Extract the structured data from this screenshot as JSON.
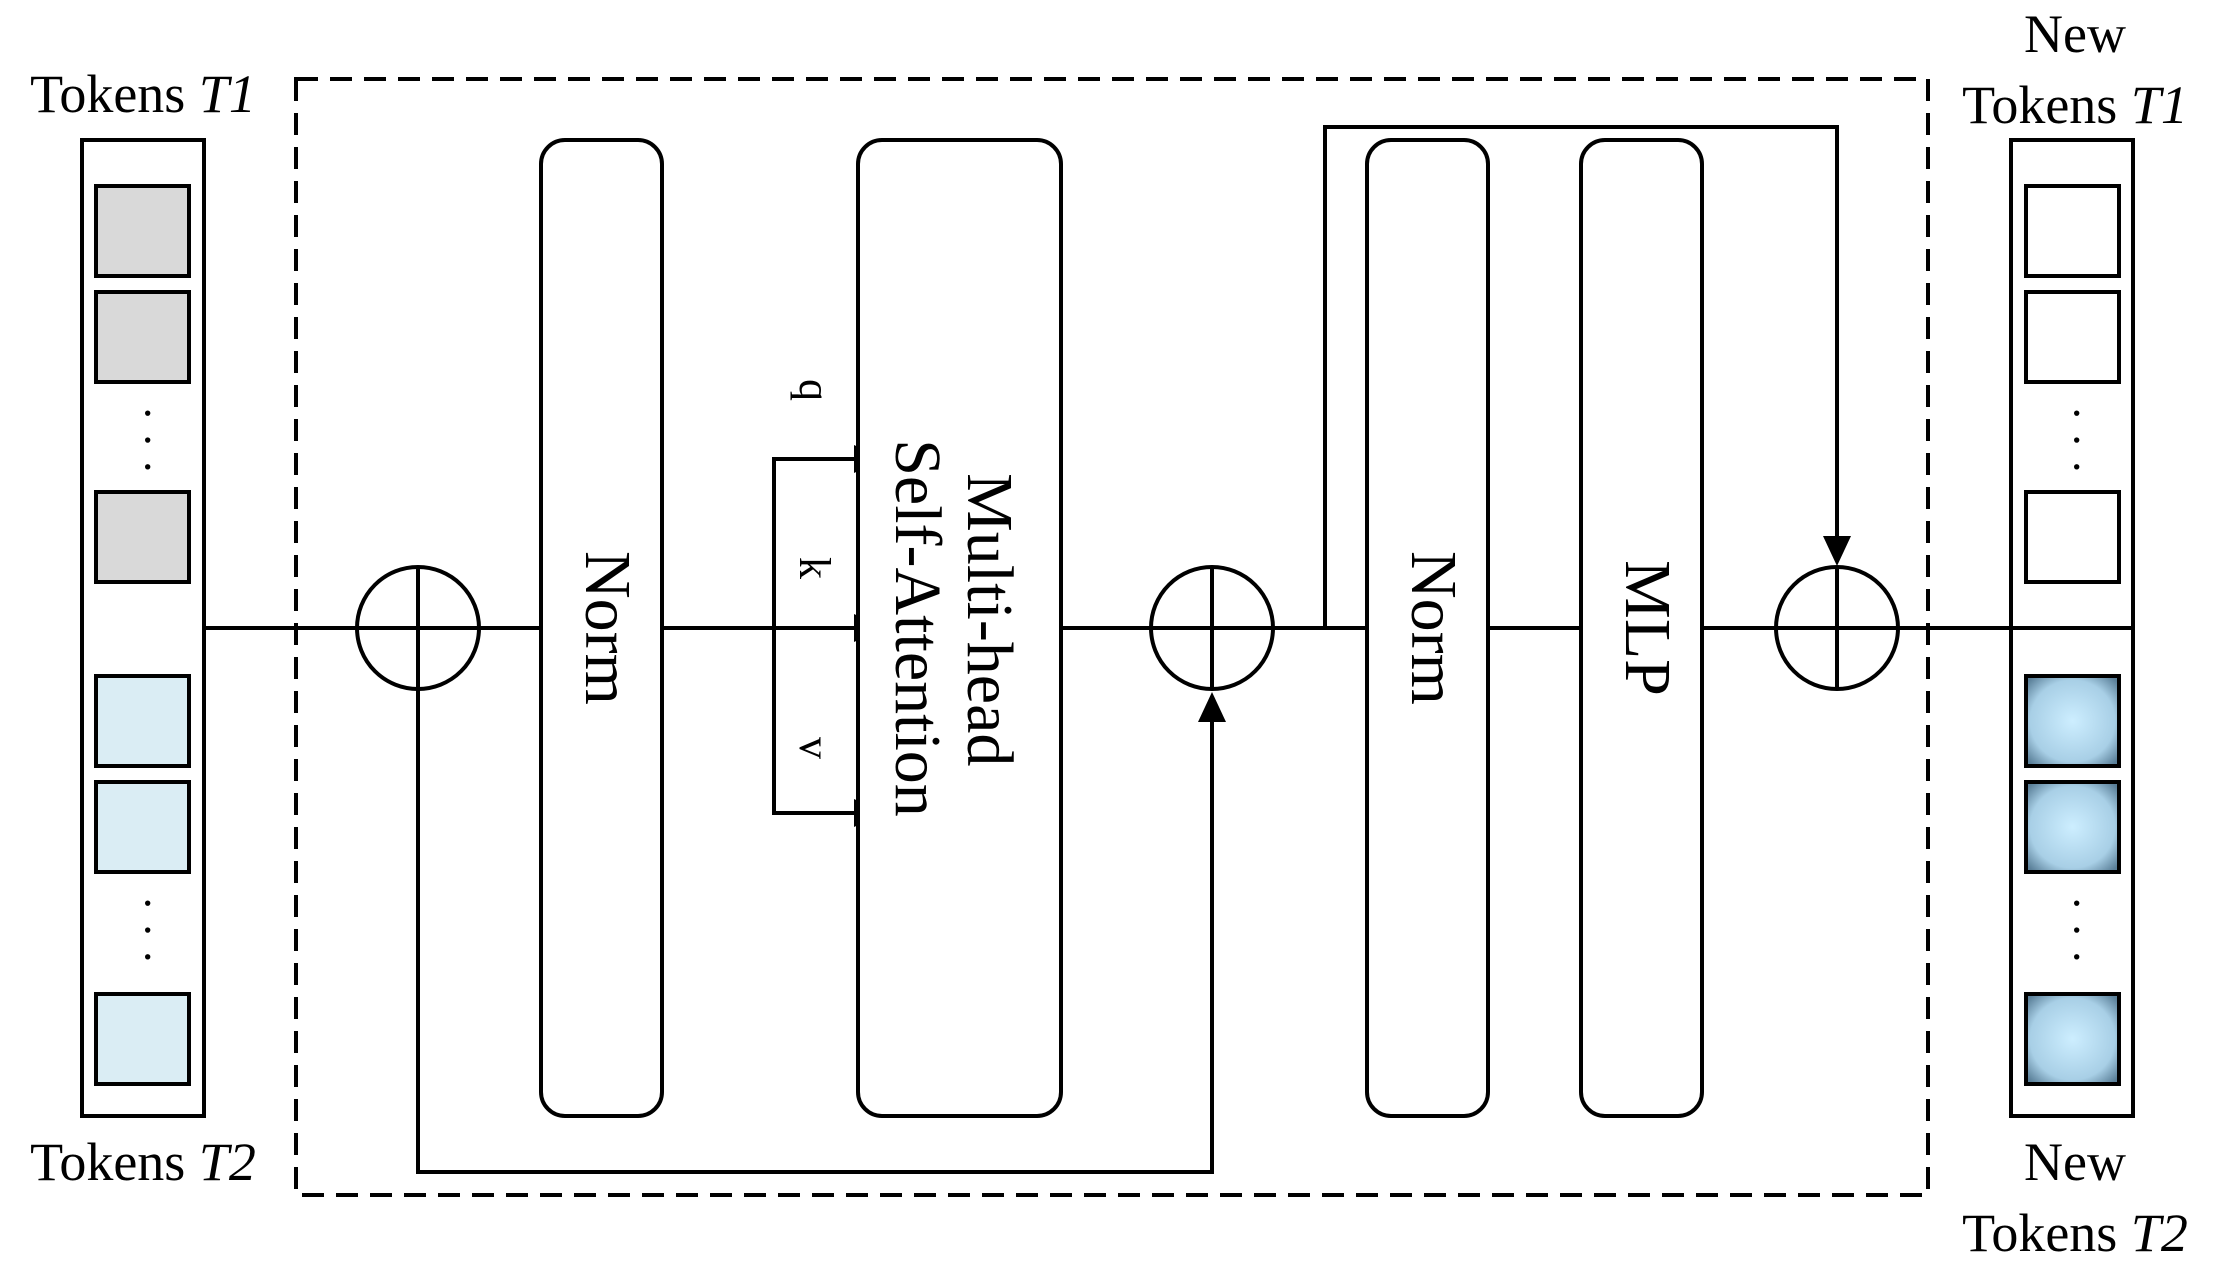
{
  "input_tokens": {
    "t1": {
      "prefix": "Tokens ",
      "name": "T1"
    },
    "t2": {
      "prefix": "Tokens ",
      "name": "T2"
    },
    "t1_color": "#d9d9d9",
    "t2_color": "#daedf4",
    "dots": "· · ·"
  },
  "output_tokens": {
    "t1": {
      "line1": "New",
      "prefix": "Tokens ",
      "name": "T1"
    },
    "t2": {
      "line1": "New",
      "prefix": "Tokens ",
      "name": "T2"
    },
    "t1_color": "#ffffff",
    "t2_color_center": "#cdeeff",
    "t2_color_edge": "#5a7f98",
    "dots": "· · ·"
  },
  "blocks": {
    "norm1": "Norm",
    "attention_line1": "Multi-head",
    "attention_line2": "Self-Attention",
    "norm2": "Norm",
    "mlp": "MLP"
  },
  "attention_inputs": {
    "q": "q",
    "k": "k",
    "v": "v"
  },
  "colors": {
    "stroke": "#000000",
    "background": "#ffffff"
  }
}
